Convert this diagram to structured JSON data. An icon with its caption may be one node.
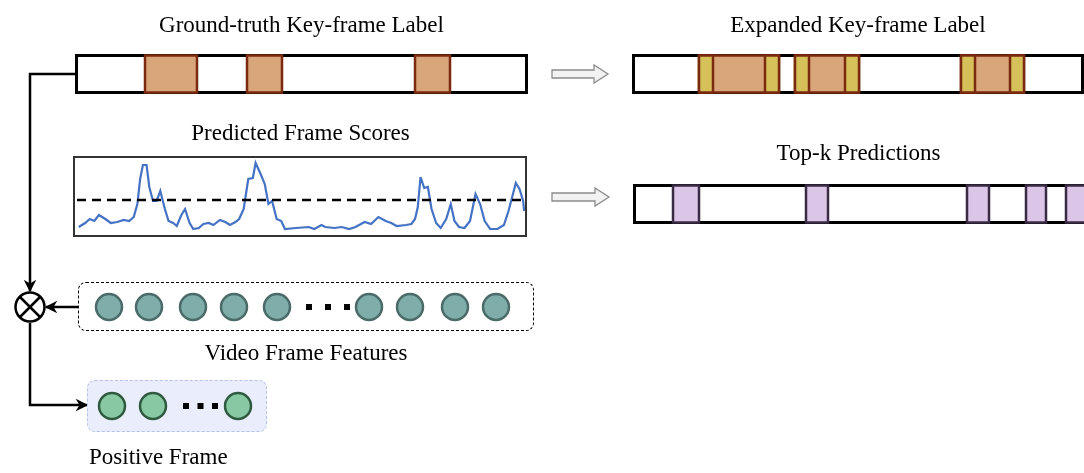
{
  "diagram": {
    "nodes": [
      {
        "text": [
          "Ground-truth Key-frame Label"
        ]
      },
      {
        "text": [
          "Expanded Key-frame Label"
        ]
      },
      {
        "text": [
          "Predicted Frame Scores"
        ]
      },
      {
        "text": [
          "Top-k Predictions"
        ]
      },
      {
        "text": [],
        "shape": "circle"
      },
      {
        "text": [
          "Video Frame Features"
        ]
      },
      {
        "text": [
          "Positive Frame"
        ]
      }
    ],
    "edges": [
      {
        "from": 0,
        "to": 1,
        "arrow": "to",
        "style": "thick",
        "color": "#8c8c8c"
      },
      {
        "from": 2,
        "to": 3,
        "arrow": "to",
        "style": "thick",
        "color": "#8c8c8c"
      },
      {
        "from": 0,
        "to": 4,
        "arrow": "to"
      },
      {
        "from": 5,
        "to": 4,
        "arrow": "to"
      },
      {
        "from": 4,
        "to": 6,
        "arrow": "to"
      }
    ]
  }
}
